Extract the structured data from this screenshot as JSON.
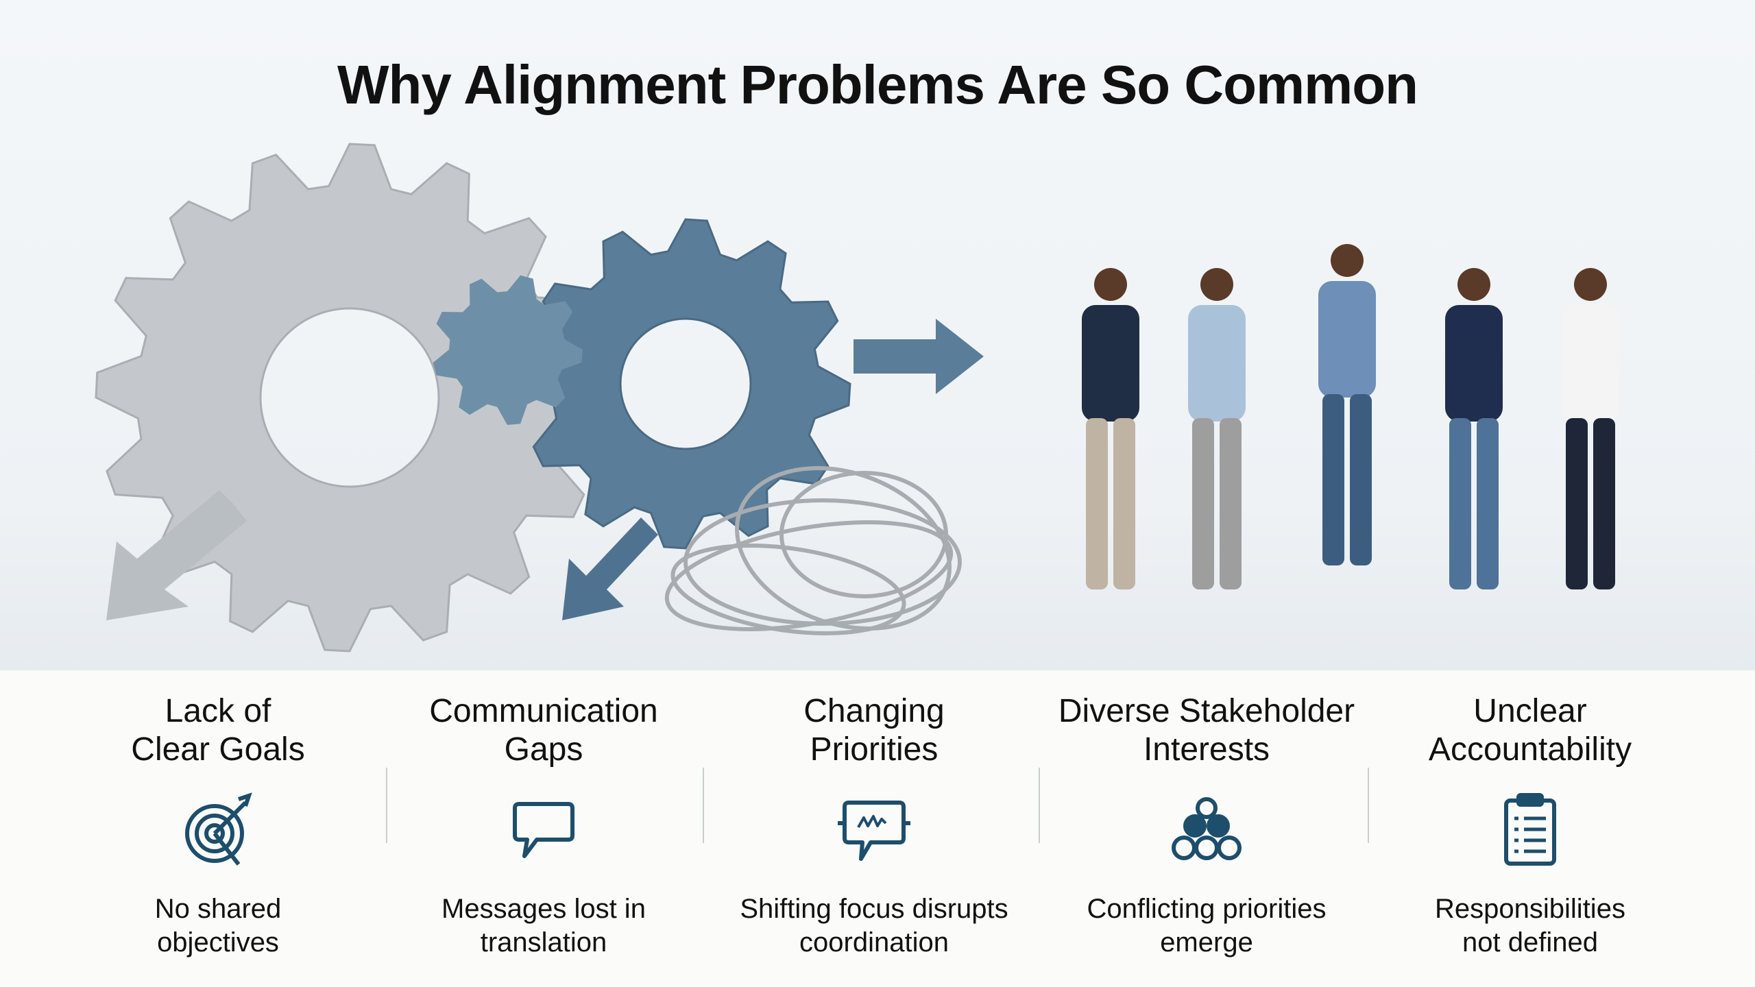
{
  "title": "Why Alignment Problems Are So Common",
  "colors": {
    "accent": "#1d4e6b",
    "gear_gray": "#c4c8cc",
    "gear_blue": "#5a7d99"
  },
  "items": [
    {
      "heading_line1": "Lack of",
      "heading_line2": "Clear Goals",
      "icon": "target-icon",
      "desc_line1": "No shared",
      "desc_line2": "objectives"
    },
    {
      "heading_line1": "Communication",
      "heading_line2": "Gaps",
      "icon": "speech-bubble-icon",
      "desc_line1": "Messages lost in",
      "desc_line2": "translation"
    },
    {
      "heading_line1": "Changing",
      "heading_line2": "Priorities",
      "icon": "chat-wave-icon",
      "desc_line1": "Shifting focus disrupts",
      "desc_line2": "coordination"
    },
    {
      "heading_line1": "Diverse Stakeholder",
      "heading_line2": "Interests",
      "icon": "group-circles-icon",
      "desc_line1": "Conflicting priorities",
      "desc_line2": "emerge"
    },
    {
      "heading_line1": "Unclear",
      "heading_line2": "Accountability",
      "icon": "clipboard-icon",
      "desc_line1": "Responsibilities",
      "desc_line2": "not defined"
    }
  ]
}
